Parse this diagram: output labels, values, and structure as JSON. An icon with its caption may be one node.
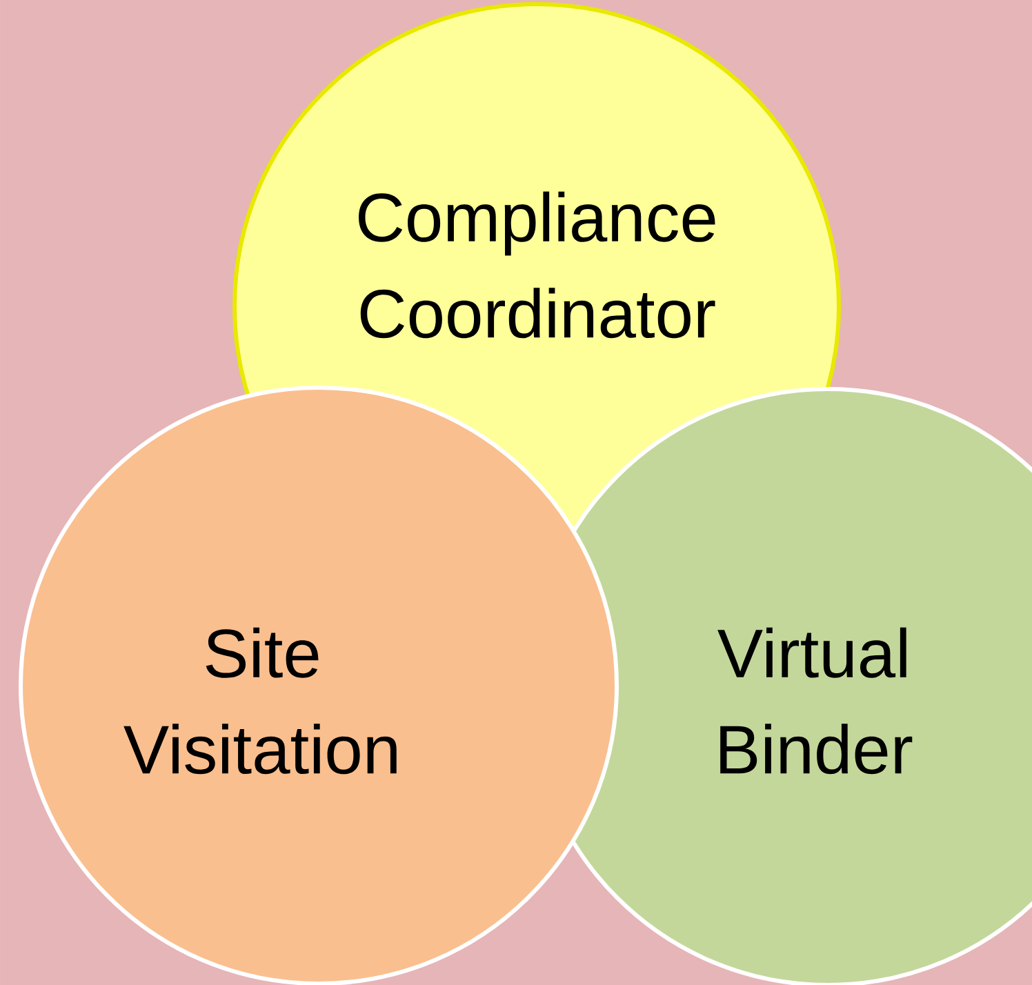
{
  "diagram": {
    "nodes": [
      {
        "text": [
          "Compliance Coordinator"
        ]
      },
      {
        "text": [
          "Virtual Binder"
        ]
      },
      {
        "text": [
          "Site Visitation"
        ]
      }
    ]
  }
}
